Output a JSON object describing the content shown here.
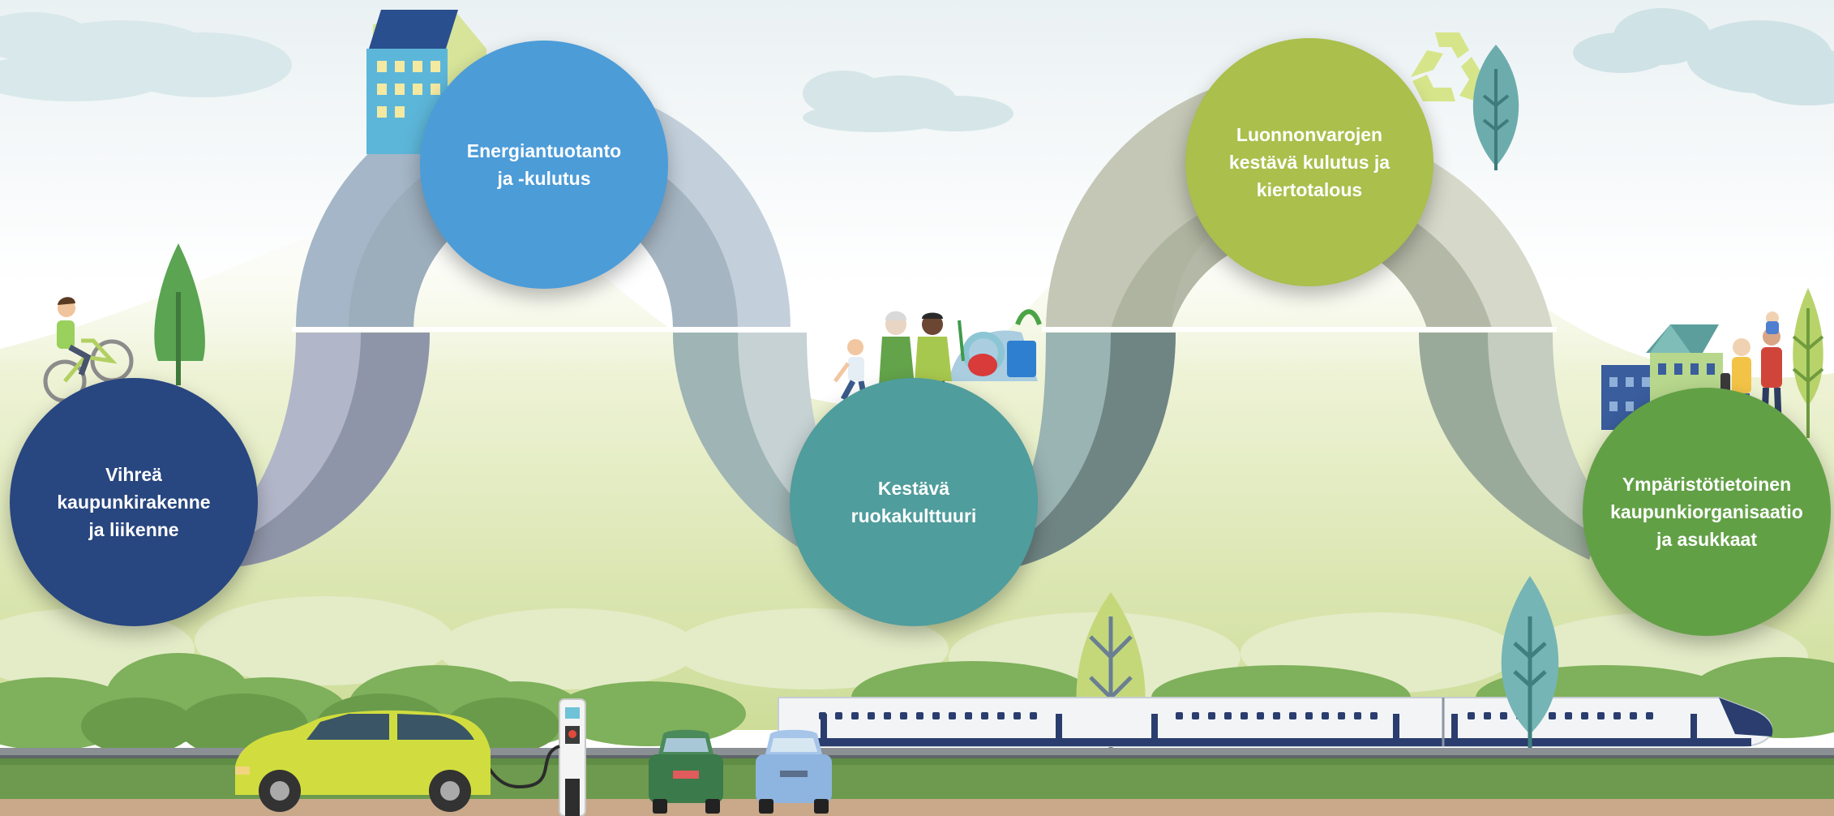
{
  "diagram": {
    "theme_colors": {
      "sky_top": "#e9f1f4",
      "hill_light": "#e5ecc5",
      "hill_mid": "#cfdf9f",
      "ground_green": "#6d9a4e",
      "path_brown": "#c9a98a",
      "rail_gray": "#7f8588"
    },
    "nodes": [
      {
        "id": "green-urban-structure",
        "label_lines": [
          "Vihreä",
          "kaupunkirakenne",
          "ja liikenne"
        ],
        "color": "#28467f",
        "illustration": "cyclist-and-tree"
      },
      {
        "id": "energy",
        "label_lines": [
          "Energiantuotanto",
          "ja -kulutus"
        ],
        "color": "#4c9cd8",
        "illustration": "building"
      },
      {
        "id": "food",
        "label_lines": [
          "Kestävä",
          "ruokakulttuuri"
        ],
        "color": "#4f9d9c",
        "illustration": "family-with-groceries"
      },
      {
        "id": "natural-resources",
        "label_lines": [
          "Luonnonvarojen",
          "kestävä kulutus ja",
          "kiertotalous"
        ],
        "color": "#aabf4c",
        "illustration": "recycling-symbol-and-tree"
      },
      {
        "id": "organisation",
        "label_lines": [
          "Ympäristötietoinen",
          "kaupunkiorganisaatio",
          "ja asukkaat"
        ],
        "color": "#62a046",
        "illustration": "residents-and-houses"
      }
    ],
    "foreground_objects": [
      "electric-car",
      "charging-station",
      "parked-car",
      "parked-car",
      "high-speed-train",
      "trees",
      "bushes"
    ]
  }
}
